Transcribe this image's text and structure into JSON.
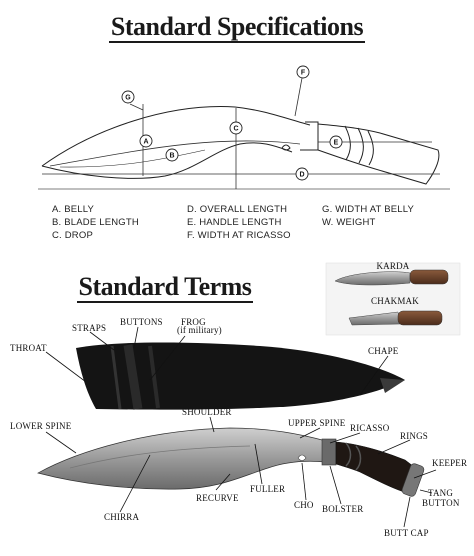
{
  "titles": {
    "specifications": "Standard Specifications",
    "terms": "Standard Terms"
  },
  "spec_markers": [
    "A",
    "B",
    "C",
    "D",
    "E",
    "F",
    "G"
  ],
  "spec_legend": {
    "col1": [
      "A. BELLY",
      "B. BLADE LENGTH",
      "C. DROP"
    ],
    "col2": [
      "D. OVERALL LENGTH",
      "E. HANDLE LENGTH",
      "F. WIDTH AT RICASSO"
    ],
    "col3": [
      "G. WIDTH AT BELLY",
      "W. WEIGHT"
    ]
  },
  "inset": {
    "karda": "KARDA",
    "chakmak": "CHAKMAK"
  },
  "term_labels": {
    "straps": "STRAPS",
    "buttons": "BUTTONS",
    "frog": "FROG",
    "frog_note": "(if military)",
    "throat": "THROAT",
    "chape": "CHAPE",
    "shoulder": "SHOULDER",
    "upper_spine": "UPPER SPINE",
    "lower_spine": "LOWER SPINE",
    "ricasso": "RICASSO",
    "rings": "RINGS",
    "keeper": "KEEPER",
    "tang_button_1": "TANG",
    "tang_button_2": "BUTTON",
    "fuller": "FULLER",
    "cho": "CHO",
    "bolster": "BOLSTER",
    "recurve": "RECURVE",
    "chirra": "CHIRRA",
    "butt_cap": "BUTT CAP"
  }
}
